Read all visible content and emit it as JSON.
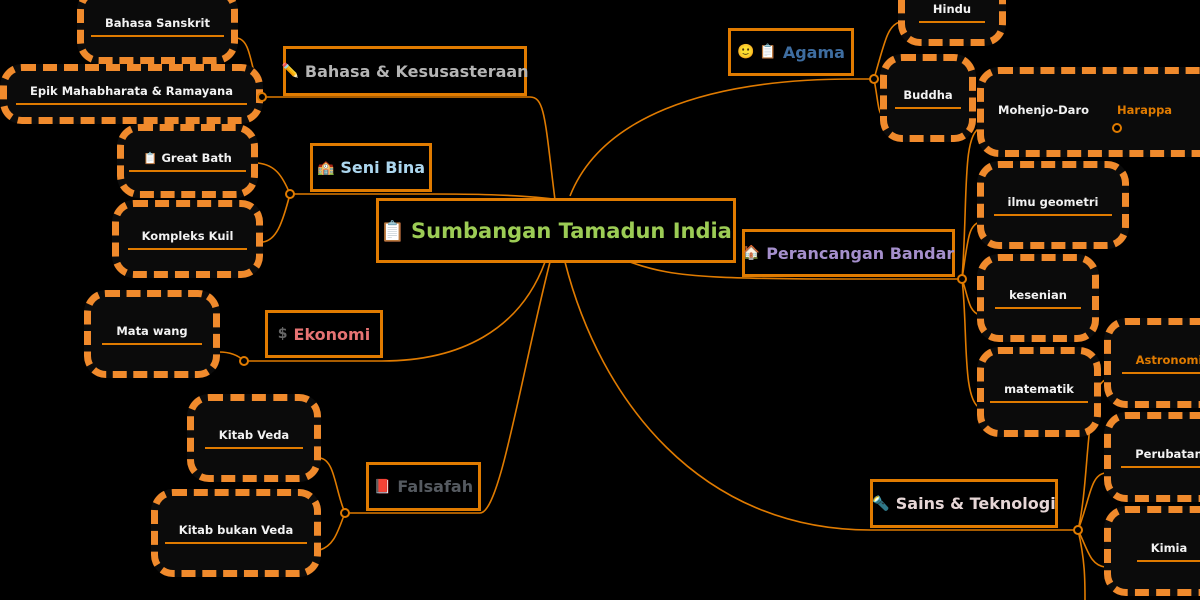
{
  "central": {
    "icon": "📋",
    "label": "Sumbangan Tamadun India",
    "color": "#9ccc55"
  },
  "topics": [
    {
      "icon": "✏️",
      "label": "Bahasa  & Kesusasteraan",
      "color": "#b4b4b4",
      "children": [
        "Bahasa Sanskrit",
        "Epik Mahabharata & Ramayana"
      ]
    },
    {
      "icon": "🏫",
      "label": "Seni Bina",
      "color": "#acd6ee",
      "children": [
        "Great Bath",
        "Kompleks Kuil"
      ]
    },
    {
      "icon": "$",
      "label": "Ekonomi",
      "color": "#e57373",
      "children": [
        "Mata wang"
      ]
    },
    {
      "icon": "📕",
      "label": "Falsafah",
      "color": "#555a60",
      "children": [
        "Kitab Veda",
        "Kitab bukan Veda"
      ]
    },
    {
      "icon": "🙂 📋",
      "label": "Agama",
      "color": "#3e6da0",
      "children": [
        "Hindu",
        "Buddha"
      ]
    },
    {
      "icon": "🏠",
      "label": "Perancangan Bandar",
      "color": "#a58fcc",
      "children": [
        "Mohenjo-Daro",
        "Harappa",
        "ilmu geometri",
        "kesenian",
        "matematik"
      ]
    },
    {
      "icon": "🔦",
      "label": "Sains & Teknologi",
      "color": "#e6d6d6",
      "children": [
        "Astronomi",
        "Perubatan",
        "Kimia"
      ]
    }
  ],
  "great_bath_icon": "📋",
  "accent": "#e07b00"
}
